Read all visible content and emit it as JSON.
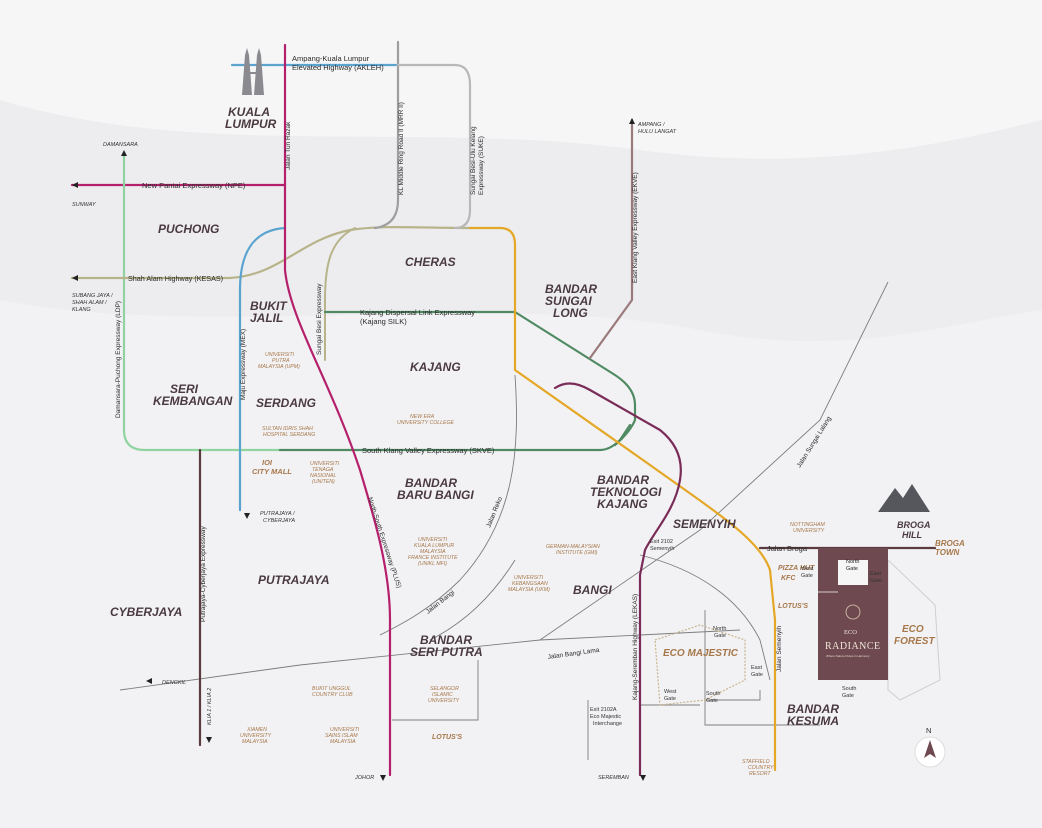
{
  "colors": {
    "plus": "#b5206c",
    "skve": "#4f8a62",
    "ldp": "#8fd3a0",
    "mex": "#5ba4cf",
    "kesas": "#b8b48a",
    "mrr2": "#9e9e9e",
    "suke": "#b4b4b4",
    "lekas": "#7a2c58",
    "kajang_ring": "#e5a726",
    "ekve": "#9b7a7c",
    "putrajaya_exp": "#5a3b40",
    "development": "#6e4a50",
    "accent_text": "#a7774a"
  },
  "areas": {
    "kuala_lumpur": [
      "KUALA",
      "LUMPUR"
    ],
    "puchong": "PUCHONG",
    "cheras": "CHERAS",
    "bandar_sungai_long": [
      "BANDAR",
      "SUNGAI",
      "LONG"
    ],
    "bukit_jalil": [
      "BUKIT",
      "JALIL"
    ],
    "kajang": "KAJANG",
    "seri_kembangan": [
      "SERI",
      "KEMBANGAN"
    ],
    "serdang": "SERDANG",
    "bandar_baru_bangi": [
      "BANDAR",
      "BARU BANGI"
    ],
    "bandar_teknologi_kajang": [
      "BANDAR",
      "TEKNOLOGI",
      "KAJANG"
    ],
    "semenyih": "SEMENYIH",
    "putrajaya": "PUTRAJAYA",
    "cyberjaya": "CYBERJAYA",
    "bangi": "BANGI",
    "bandar_seri_putra": [
      "BANDAR",
      "SERI PUTRA"
    ],
    "bandar_kesuma": [
      "BANDAR",
      "KESUMA"
    ],
    "broga_hill": [
      "BROGA",
      "HILL"
    ],
    "broga_town": [
      "BROGA",
      "TOWN"
    ],
    "eco_forest": [
      "ECO",
      "FOREST"
    ],
    "eco_majestic": "ECO MAJESTIC"
  },
  "roads": {
    "akleh": [
      "Ampang-Kuala Lumpur",
      "Elevated Highway (AKLEH)"
    ],
    "npe": "New Pantai Expressway (NPE)",
    "kesas": "Shah Alam Highway (KESAS)",
    "silk": [
      "Kajang Dispersal Link Expressway",
      "(Kajang SILK)"
    ],
    "skve": "South Klang Valley Expressway (SKVE)",
    "jalan_tun_razak": "Jalan Tun Razak",
    "mrr2": "KL Middle Ring Road II (MRR II)",
    "suke": [
      "Sungai Besi-Ulu Kelang",
      "Expressway (SUKE)"
    ],
    "ekve": "East Klang Valley Expressway (EKVE)",
    "sungai_besi": "Sungai Besi Expressway",
    "maju": "Maju Expressway (MEX)",
    "ldp": "Damansara-Puchong Expressway (LDP)",
    "plus": "North-South Expressway (PLUS)",
    "jalan_reko": "Jalan Reko",
    "jalan_bangi": "Jalan Bangi",
    "jalan_bangi_lama": "Jalan Bangi Lama",
    "jalan_sungai_lalang": "Jalan Sungai Lalang",
    "putrajaya_cyberjaya": "Putrajaya-Cyberjaya Expressway",
    "lekas": "Kajang-Seremban Highway (LEKAS)",
    "jalan_semenyih": "Jalan Semenyih",
    "jalan_broga": "Jalan Broga"
  },
  "directions": {
    "damansara": "DAMANSARA",
    "sunway": "SUNWAY",
    "subang": [
      "SUBANG JAYA /",
      "SHAH ALAM /",
      "KLANG"
    ],
    "ampang": [
      "AMPANG /",
      "HULU LANGAT"
    ],
    "putrajaya_cyberjaya": [
      "PUTRAJAYA /",
      "CYBERJAYA"
    ],
    "dengkil": "DENGKIL",
    "klia": "KLIA 1 / KLIA 2",
    "johor": "JOHOR",
    "seremban": "SEREMBAN"
  },
  "pois": {
    "upm": [
      "UNIVERSITI",
      "PUTRA",
      "MALAYSIA (UPM)"
    ],
    "new_era": [
      "NEW ERA",
      "UNIVERSITY COLLEGE"
    ],
    "hospital": [
      "SULTAN IDRIS SHAH",
      "HOSPITAL SERDANG"
    ],
    "ioi": [
      "IOI",
      "CITY MALL"
    ],
    "uniten": [
      "UNIVERSITI",
      "TENAGA",
      "NASIONAL",
      "(UNITEN)"
    ],
    "unikl": [
      "UNIVERSITI",
      "KUALA LUMPUR",
      "MALAYSIA",
      "FRANCE INSTITUTE",
      "(UNIKL MFI)"
    ],
    "gmi": [
      "GERMAN-MALAYSIAN",
      "INSTITUTE (GMI)"
    ],
    "ukm": [
      "UNIVERSITI",
      "KEBANGSAAN",
      "MALAYSIA (UKM)"
    ],
    "nottingham": [
      "NOTTINGHAM",
      "UNIVERSITY"
    ],
    "pizza_hut": "PIZZA HUT",
    "kfc": "KFC",
    "lotus_semenyih": "LOTUS'S",
    "lotus_seri_putra": "LOTUS'S",
    "bukit_unggul": [
      "BUKIT UNGGUL",
      "COUNTRY CLUB"
    ],
    "selangor_islamic": [
      "SELANGOR",
      "ISLAMIC",
      "UNIVERSITY"
    ],
    "xiamen": [
      "XIAMEN",
      "UNIVERSITY",
      "MALAYSIA"
    ],
    "usim": [
      "UNIVERSITI",
      "SAINS ISLAM",
      "MALAYSIA"
    ],
    "staffield": [
      "STAFFIELD",
      "COUNTRY",
      "RESORT"
    ]
  },
  "exits": {
    "exit_2102": [
      "Exit 2102",
      "Semenyih"
    ],
    "exit_2102a": [
      "Exit 2102A",
      "Eco Majestic",
      "Interchange"
    ]
  },
  "gates": {
    "em_north": [
      "North",
      "Gate"
    ],
    "em_west": [
      "West",
      "Gate"
    ],
    "em_south": [
      "South",
      "Gate"
    ],
    "em_east": [
      "East",
      "Gate"
    ],
    "er_north": [
      "North",
      "Gate"
    ],
    "er_west": [
      "West",
      "Gate"
    ],
    "er_east": [
      "East",
      "Gate"
    ],
    "er_south": [
      "South",
      "Gate"
    ]
  },
  "development": {
    "logo_line1": "ECO",
    "logo_line2": "RADIANCE",
    "tagline": "Where Nature Flows in Harmony"
  },
  "compass": "N"
}
